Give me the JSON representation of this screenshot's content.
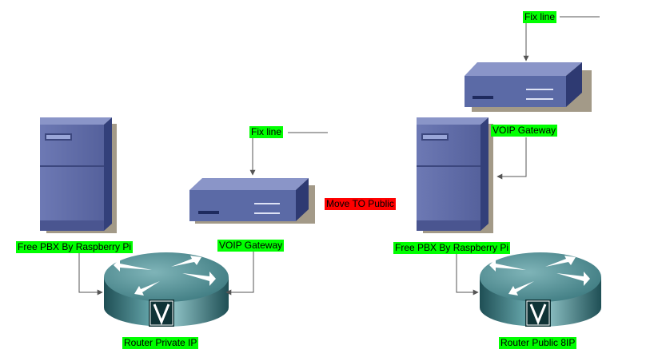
{
  "colors": {
    "label_bg": "#00ff00",
    "alert_bg": "#ff0000",
    "server": "#5b6aa6",
    "server_dark": "#3c477e",
    "server_light": "#7c88c0",
    "router": "#2f6b70",
    "connector": "#555555"
  },
  "icons": [
    "server-icon",
    "gateway-icon",
    "router-icon"
  ],
  "left": {
    "server_label": "Free PBX By Raspberry Pi",
    "gateway_label": "VOIP Gateway",
    "fix_line_label": "Fix line",
    "router_label": "Router Private IP"
  },
  "move_label": "Move TO Public",
  "right": {
    "server_label": "Free PBX By Raspberry Pi",
    "gateway_label": "VOIP Gateway",
    "fix_line_label": "Fix line",
    "router_label": "Router Public 8IP"
  }
}
